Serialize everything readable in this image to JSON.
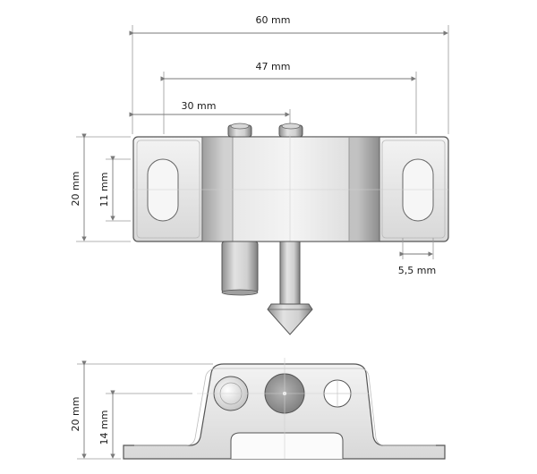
{
  "dimensions": {
    "overall_width": "60 mm",
    "hole_spacing": "47 mm",
    "center_offset": "30 mm",
    "front_height": "20 mm",
    "slot_length": "11 mm",
    "slot_width": "5,5 mm",
    "side_height": "20 mm",
    "pin_height": "14 mm"
  },
  "colors": {
    "dimension_line": "#7a7a7a",
    "outline": "#555555",
    "body": "#e9e9e9",
    "shadow": "#bdbdbd"
  }
}
